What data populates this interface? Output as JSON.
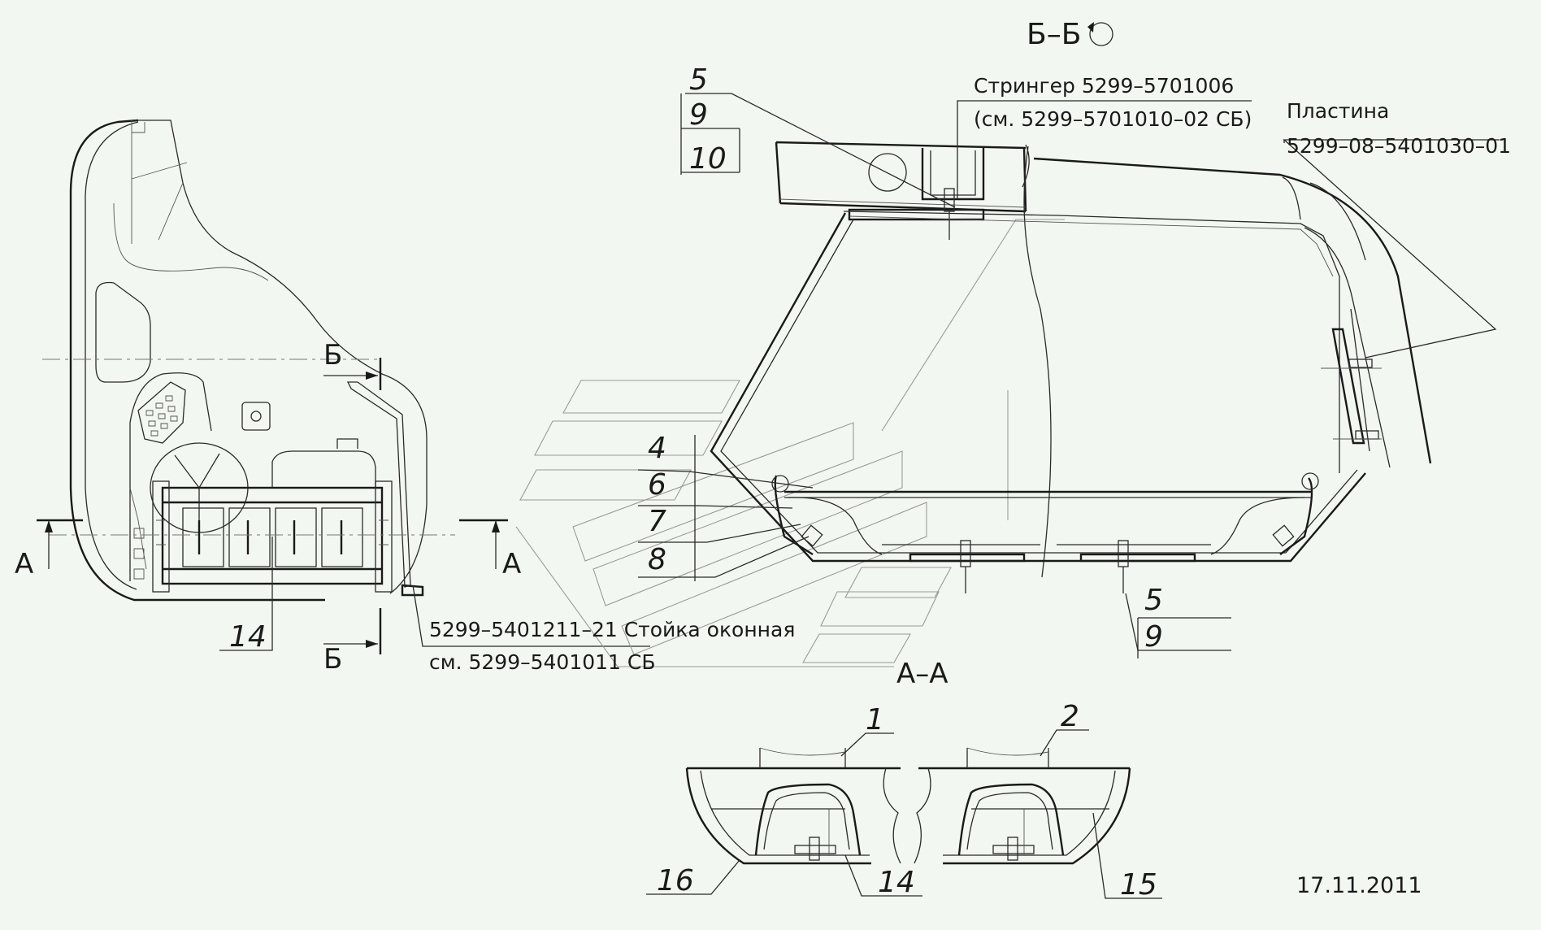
{
  "section_labels": {
    "bb_title": "Б–Б",
    "aa_title": "А–А",
    "a_left": "А",
    "a_right": "А",
    "b_top": "Б",
    "b_bottom": "Б"
  },
  "notes": {
    "stringer_line1": "Стрингер 5299–5701006",
    "stringer_line2": "(см. 5299–5701010–02 СБ)",
    "plate_line1": "Пластина",
    "plate_line2": "5299–08–5401030–01",
    "post_line1": "5299–5401211–21 Стойка оконная",
    "post_line2": "см. 5299–5401011 СБ"
  },
  "callouts": {
    "c5_top": "5",
    "c9_top": "9",
    "c10": "10",
    "c4": "4",
    "c6": "6",
    "c7": "7",
    "c8": "8",
    "c5_bottom": "5",
    "c9_bottom": "9",
    "c14_left": "14",
    "c1": "1",
    "c2": "2",
    "c16": "16",
    "c14_bottom": "14",
    "c15": "15"
  },
  "date": "17.11.2011"
}
